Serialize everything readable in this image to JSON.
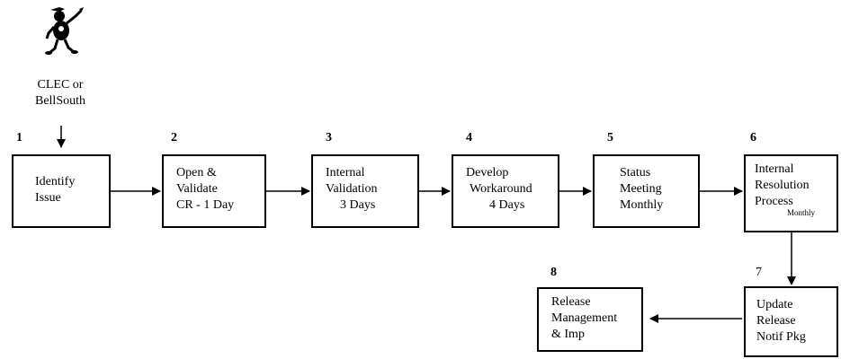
{
  "actor": {
    "label_line1": "CLEC or",
    "label_line2": "BellSouth",
    "icon": "cartoon-person-icon"
  },
  "steps": [
    {
      "number": "1",
      "lines": [
        "Identify",
        "Issue"
      ]
    },
    {
      "number": "2",
      "lines": [
        "Open &",
        "Validate",
        "CR - 1 Day"
      ]
    },
    {
      "number": "3",
      "lines": [
        "Internal",
        "Validation",
        "3 Days"
      ]
    },
    {
      "number": "4",
      "lines": [
        "Develop",
        "Workaround",
        "4 Days"
      ]
    },
    {
      "number": "5",
      "lines": [
        "Status",
        "Meeting",
        "Monthly"
      ]
    },
    {
      "number": "6",
      "lines": [
        "Internal",
        "Resolution",
        "Process",
        "Monthly"
      ]
    },
    {
      "number": "7",
      "lines": [
        "Update",
        "Release",
        "Notif Pkg"
      ]
    },
    {
      "number": "8",
      "lines": [
        "Release",
        "Management",
        "& Imp"
      ]
    }
  ],
  "colors": {
    "stroke": "#000000",
    "background": "#ffffff"
  }
}
